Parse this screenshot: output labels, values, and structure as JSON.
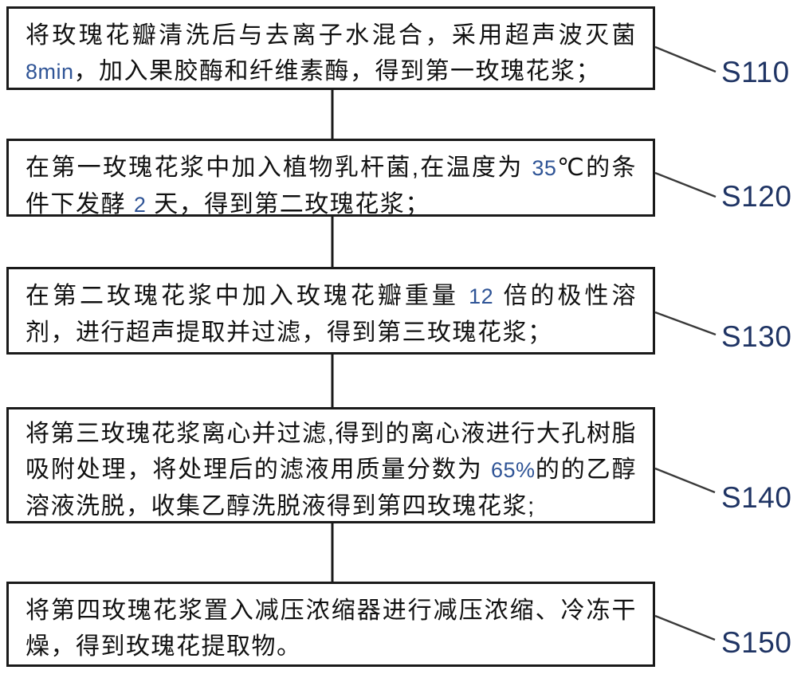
{
  "figure": {
    "type": "flowchart",
    "orientation": "vertical",
    "colors": {
      "bg_color": "#ffffff",
      "text_color": "#111111",
      "accent_color": "#2f5496",
      "label_color": "#1f3464",
      "line_color": "#1a1a1a",
      "leader_color": "#3a3a3a"
    }
  },
  "steps": [
    {
      "label": "S110",
      "segments": [
        {
          "text": "将玫瑰花瓣清洗后与去离子水混合，采用超声波灭菌 ",
          "accent": false
        },
        {
          "text": "8min",
          "accent": true
        },
        {
          "text": "，加入果胶酶和纤维素酶，得到第一玫瑰花浆；",
          "accent": false
        }
      ]
    },
    {
      "label": "S120",
      "segments": [
        {
          "text": "在第一玫瑰花浆中加入植物乳杆菌,在温度为 ",
          "accent": false
        },
        {
          "text": "35",
          "accent": true
        },
        {
          "text": "℃的条件下发酵 ",
          "accent": false
        },
        {
          "text": "2",
          "accent": true
        },
        {
          "text": " 天，得到第二玫瑰花浆；",
          "accent": false
        }
      ]
    },
    {
      "label": "S130",
      "segments": [
        {
          "text": "在第二玫瑰花浆中加入玫瑰花瓣重量 ",
          "accent": false
        },
        {
          "text": "12",
          "accent": true
        },
        {
          "text": " 倍的极性溶剂，进行超声提取并过滤，得到第三玫瑰花浆；",
          "accent": false
        }
      ]
    },
    {
      "label": "S140",
      "segments": [
        {
          "text": "将第三玫瑰花浆离心并过滤,得到的离心液进行大孔树脂吸附处理，将处理后的滤液用质量分数为 ",
          "accent": false
        },
        {
          "text": "65%",
          "accent": true
        },
        {
          "text": "的的乙醇溶液洗脱，收集乙醇洗脱液得到第四玫瑰花浆;",
          "accent": false
        }
      ]
    },
    {
      "label": "S150",
      "segments": [
        {
          "text": "将第四玫瑰花浆置入减压浓缩器进行减压浓缩、冷冻干燥，得到玫瑰花提取物。",
          "accent": false
        }
      ]
    }
  ]
}
